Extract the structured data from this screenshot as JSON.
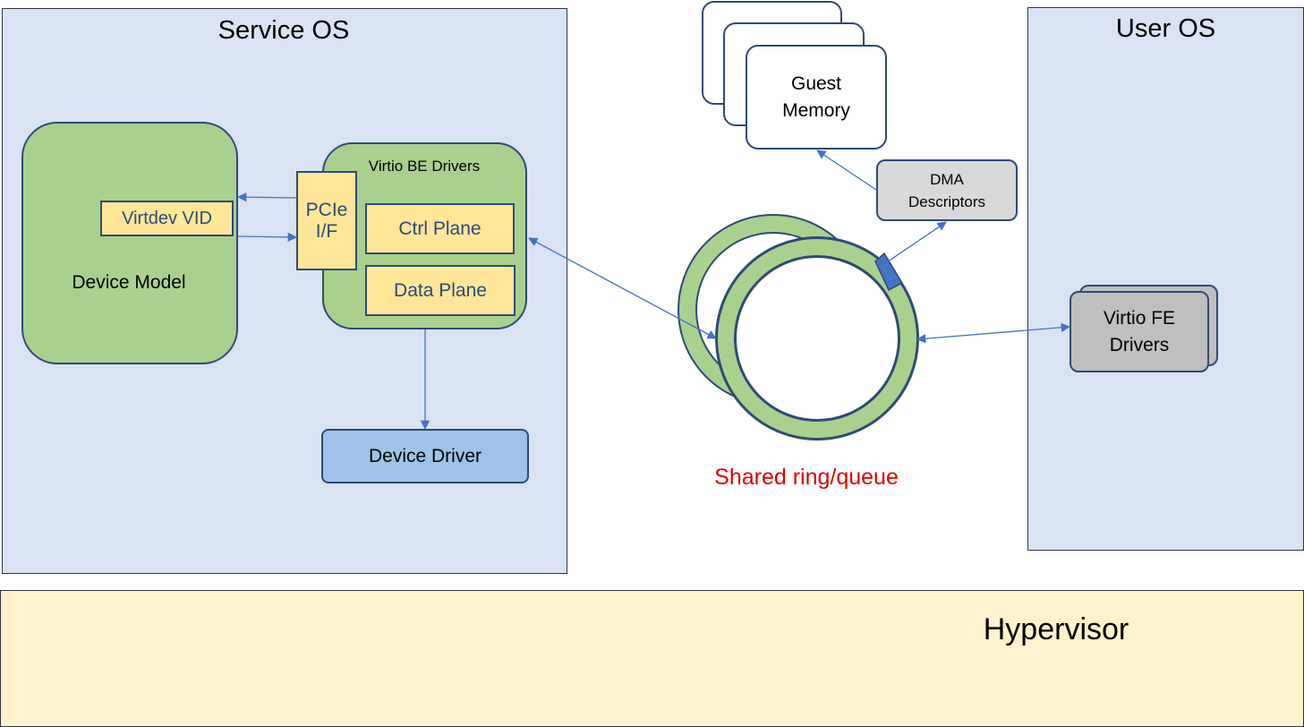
{
  "service_os": {
    "title": "Service OS"
  },
  "user_os": {
    "title": "User OS"
  },
  "hypervisor": {
    "label": "Hypervisor"
  },
  "device_model": {
    "label": "Device Model",
    "virtdev": "Virtdev VID"
  },
  "pcie": {
    "line1": "PCIe",
    "line2": "I/F"
  },
  "virtio_be": {
    "title": "Virtio BE Drivers",
    "ctrl": "Ctrl Plane",
    "data": "Data Plane"
  },
  "device_driver": {
    "label": "Device Driver"
  },
  "guest_memory": {
    "line1": "Guest",
    "line2": "Memory"
  },
  "dma": {
    "line1": "DMA",
    "line2": "Descriptors"
  },
  "ring": {
    "label": "Shared ring/queue",
    "label_color": "#e00000"
  },
  "virtio_fe": {
    "line1": "Virtio FE",
    "line2": "Drivers"
  }
}
